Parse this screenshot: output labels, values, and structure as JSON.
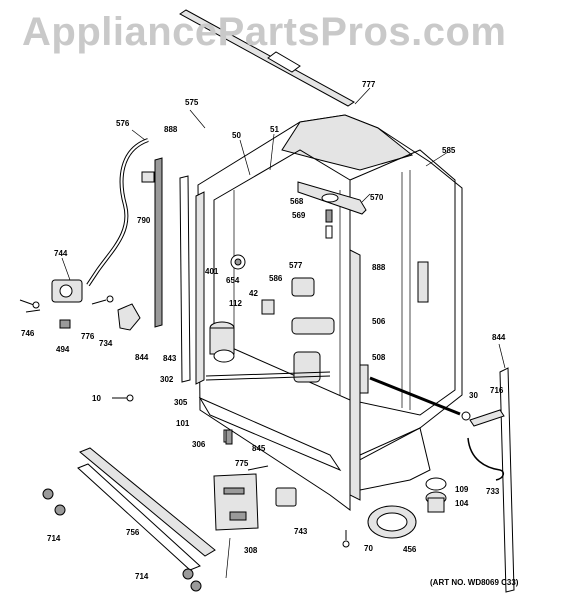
{
  "watermark": "AppliancePartsPros.com",
  "art_number": "(ART NO. WD8069 C33)",
  "callouts": [
    "777",
    "575",
    "576",
    "888",
    "50",
    "51",
    "585",
    "570",
    "568",
    "569",
    "790",
    "401",
    "654",
    "577",
    "586",
    "888",
    "744",
    "42",
    "112",
    "506",
    "746",
    "494",
    "776",
    "734",
    "844",
    "843",
    "302",
    "508",
    "844",
    "716",
    "10",
    "305",
    "30",
    "101",
    "306",
    "845",
    "775",
    "109",
    "104",
    "733",
    "756",
    "743",
    "714",
    "308",
    "70",
    "456",
    "714"
  ]
}
